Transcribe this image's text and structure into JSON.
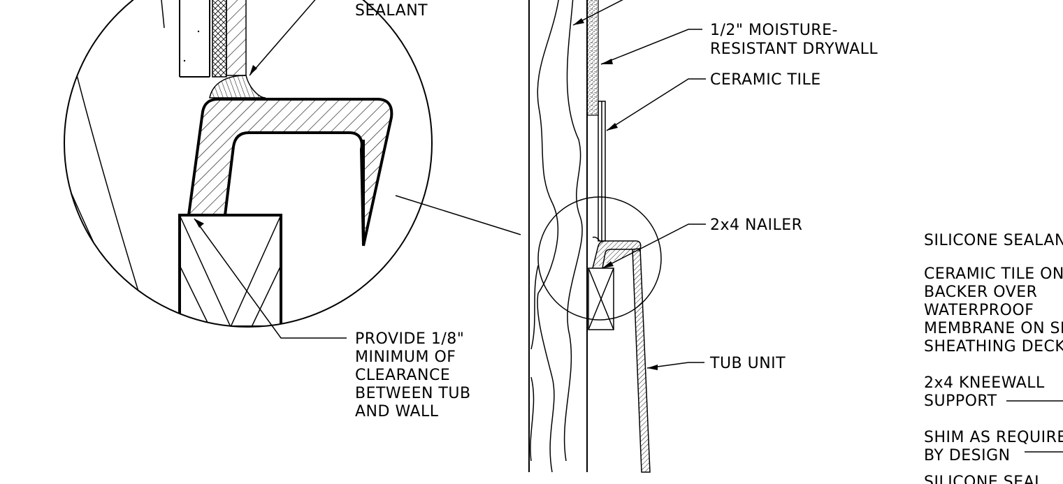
{
  "labels": {
    "sealant": "SEALANT",
    "drywall_line1": "1/2\" MOISTURE-",
    "drywall_line2": "RESISTANT DRYWALL",
    "ceramic_tile": "CERAMIC TILE",
    "nailer": "2x4 NAILER",
    "tub_unit": "TUB UNIT",
    "clearance_lines": [
      "PROVIDE 1/8\"",
      "MINIMUM OF",
      "CLEARANCE",
      "BETWEEN TUB",
      "AND WALL"
    ],
    "right_notes": [
      {
        "lines": [
          "SILICONE SEALANT"
        ]
      },
      {
        "lines": [
          "CERAMIC TILE ON",
          "BACKER OVER",
          "WATERPROOF",
          "MEMBRANE ON SHEATHING",
          "SHEATHING DECK"
        ]
      },
      {
        "lines": [
          "2x4 KNEEWALL",
          "SUPPORT"
        ]
      },
      {
        "lines": [
          "SHIM AS REQUIRED",
          "BY DESIGN"
        ]
      },
      {
        "lines": [
          "SILICONE SEAL"
        ]
      }
    ]
  },
  "colors": {
    "line": "#000000",
    "background": "#ffffff"
  }
}
